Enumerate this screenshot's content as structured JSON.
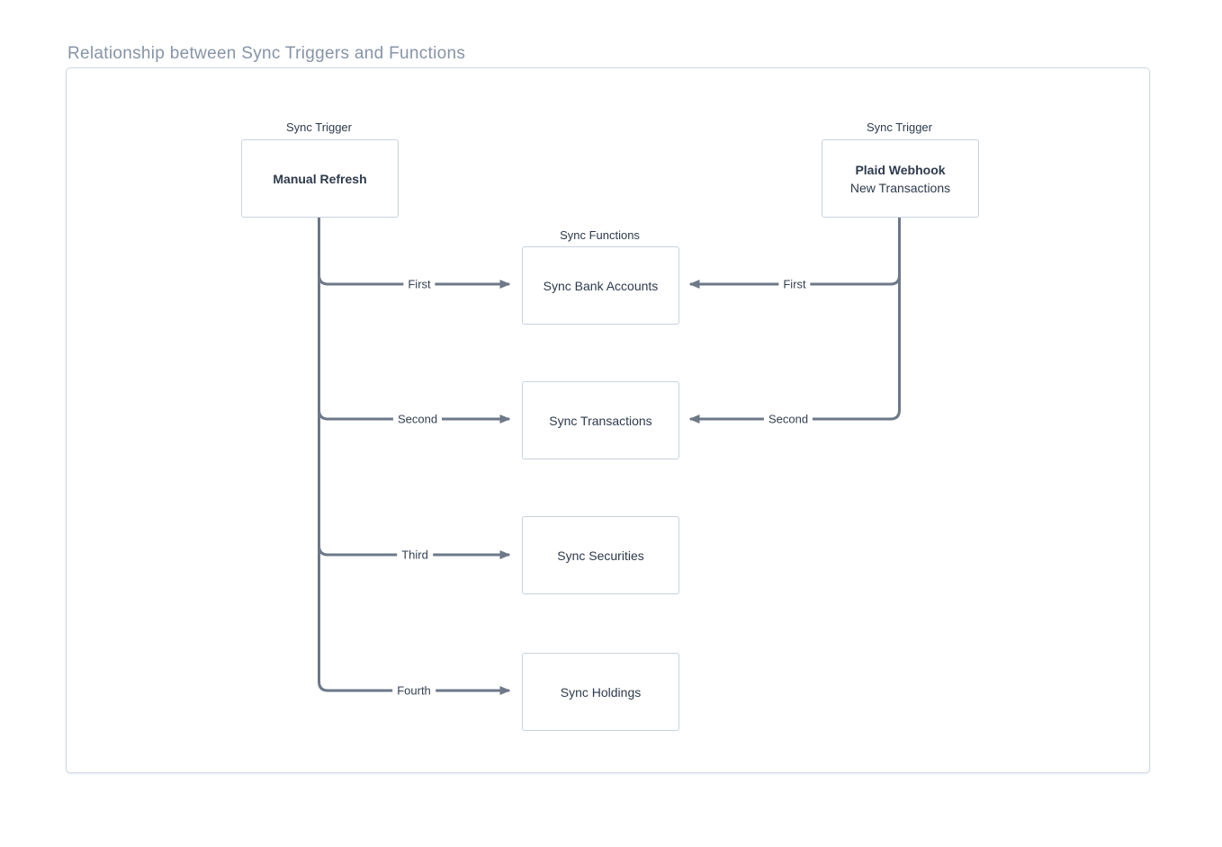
{
  "title": "Relationship between Sync Triggers and Functions",
  "colors": {
    "line": "#6d7888",
    "node_border": "#c9d2dc",
    "panel_border": "#cdd7e1",
    "dark_text": "#2e3a4c",
    "title_text": "#8794a7"
  },
  "triggers": [
    {
      "group_label": "Sync Trigger",
      "name": "Manual Refresh",
      "subtitle": ""
    },
    {
      "group_label": "Sync Trigger",
      "name": "Plaid Webhook",
      "subtitle": "New Transactions"
    }
  ],
  "functions_group_label": "Sync Functions",
  "functions": [
    "Sync Bank Accounts",
    "Sync Transactions",
    "Sync Securities",
    "Sync Holdings"
  ],
  "edges": {
    "left": [
      "First",
      "Second",
      "Third",
      "Fourth"
    ],
    "right": [
      "First",
      "Second"
    ]
  }
}
